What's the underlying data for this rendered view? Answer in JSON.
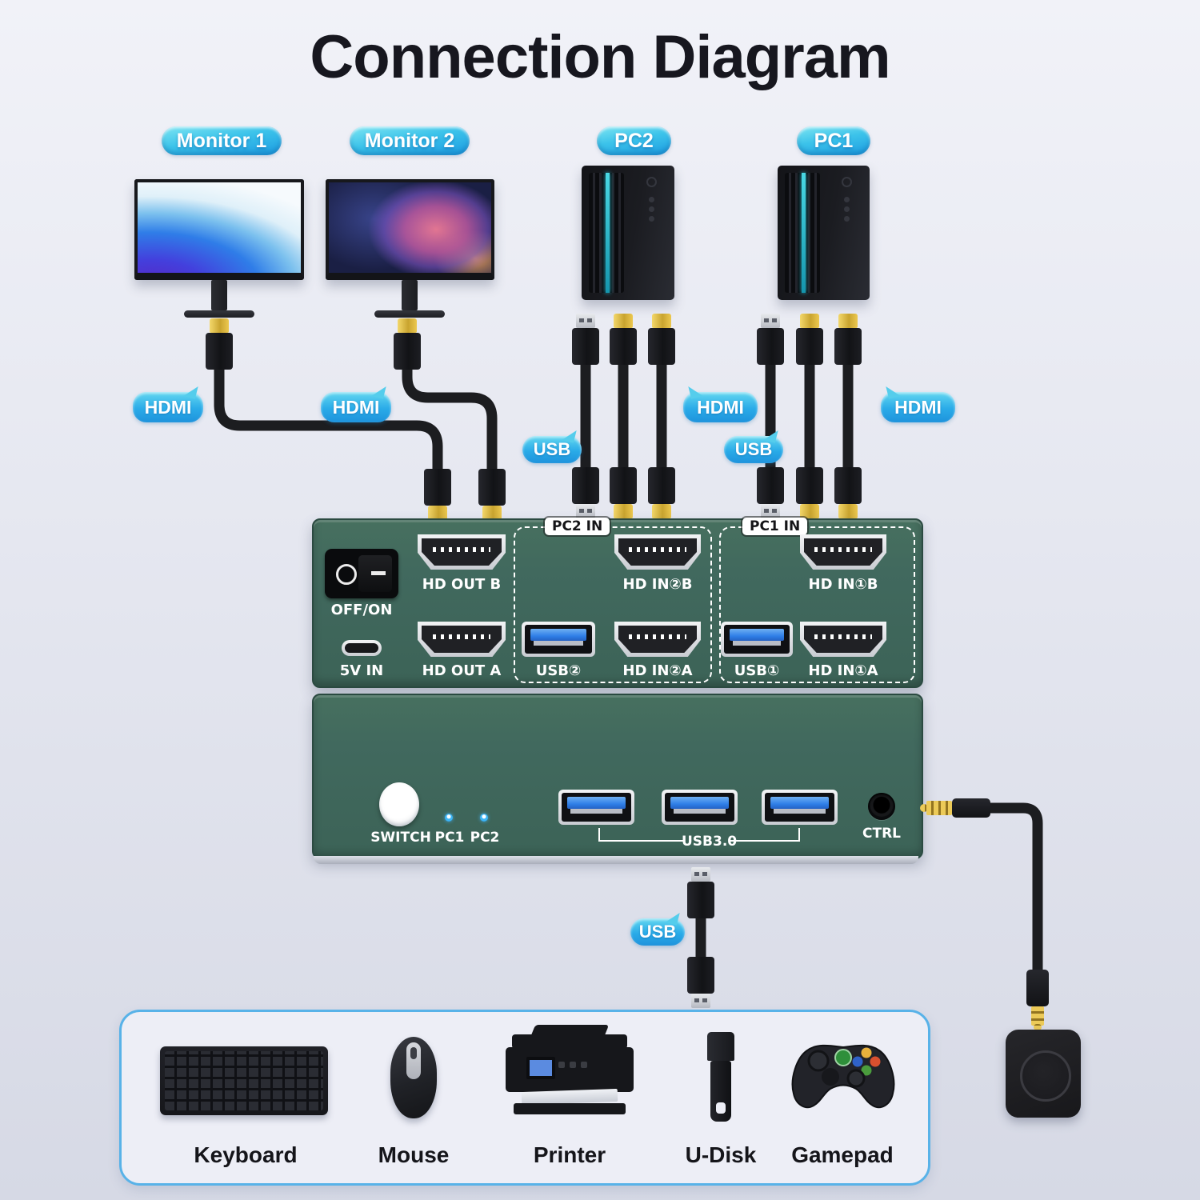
{
  "title": "Connection Diagram",
  "labels": {
    "monitor1": "Monitor 1",
    "monitor2": "Monitor 2",
    "pc2": "PC2",
    "pc1": "PC1",
    "hdmi": "HDMI",
    "usb": "USB"
  },
  "rear_panel": {
    "power_switch": "OFF/ON",
    "hd_out_b": "HD OUT B",
    "power_in": "5V IN",
    "hd_out_a": "HD OUT A",
    "pc2_group": "PC2 IN",
    "usb2": "USB②",
    "hd_in_2b": "HD IN②B",
    "hd_in_2a": "HD IN②A",
    "pc1_group": "PC1 IN",
    "usb1": "USB①",
    "hd_in_1b": "HD IN①B",
    "hd_in_1a": "HD IN①A"
  },
  "front_panel": {
    "switch": "SWITCH",
    "led_pc1": "PC1",
    "led_pc2": "PC2",
    "usb3": "USB3.0",
    "ctrl": "CTRL"
  },
  "peripherals": [
    "Keyboard",
    "Mouse",
    "Printer",
    "U-Disk",
    "Gamepad"
  ],
  "colors": {
    "panel": "#41695e",
    "panel-border": "#2b4a41",
    "pill-light": "#7de5f2",
    "pill-dark": "#1d9ce2",
    "bubble-light": "#63d7f0",
    "bubble-dark": "#1e93dc",
    "cable": "#1c1d20",
    "gold": "#e3bc45",
    "usb-blue": "#2f7fe8",
    "led": "#3db5f5",
    "box-border": "#58b2e8",
    "title": "#17171f"
  }
}
